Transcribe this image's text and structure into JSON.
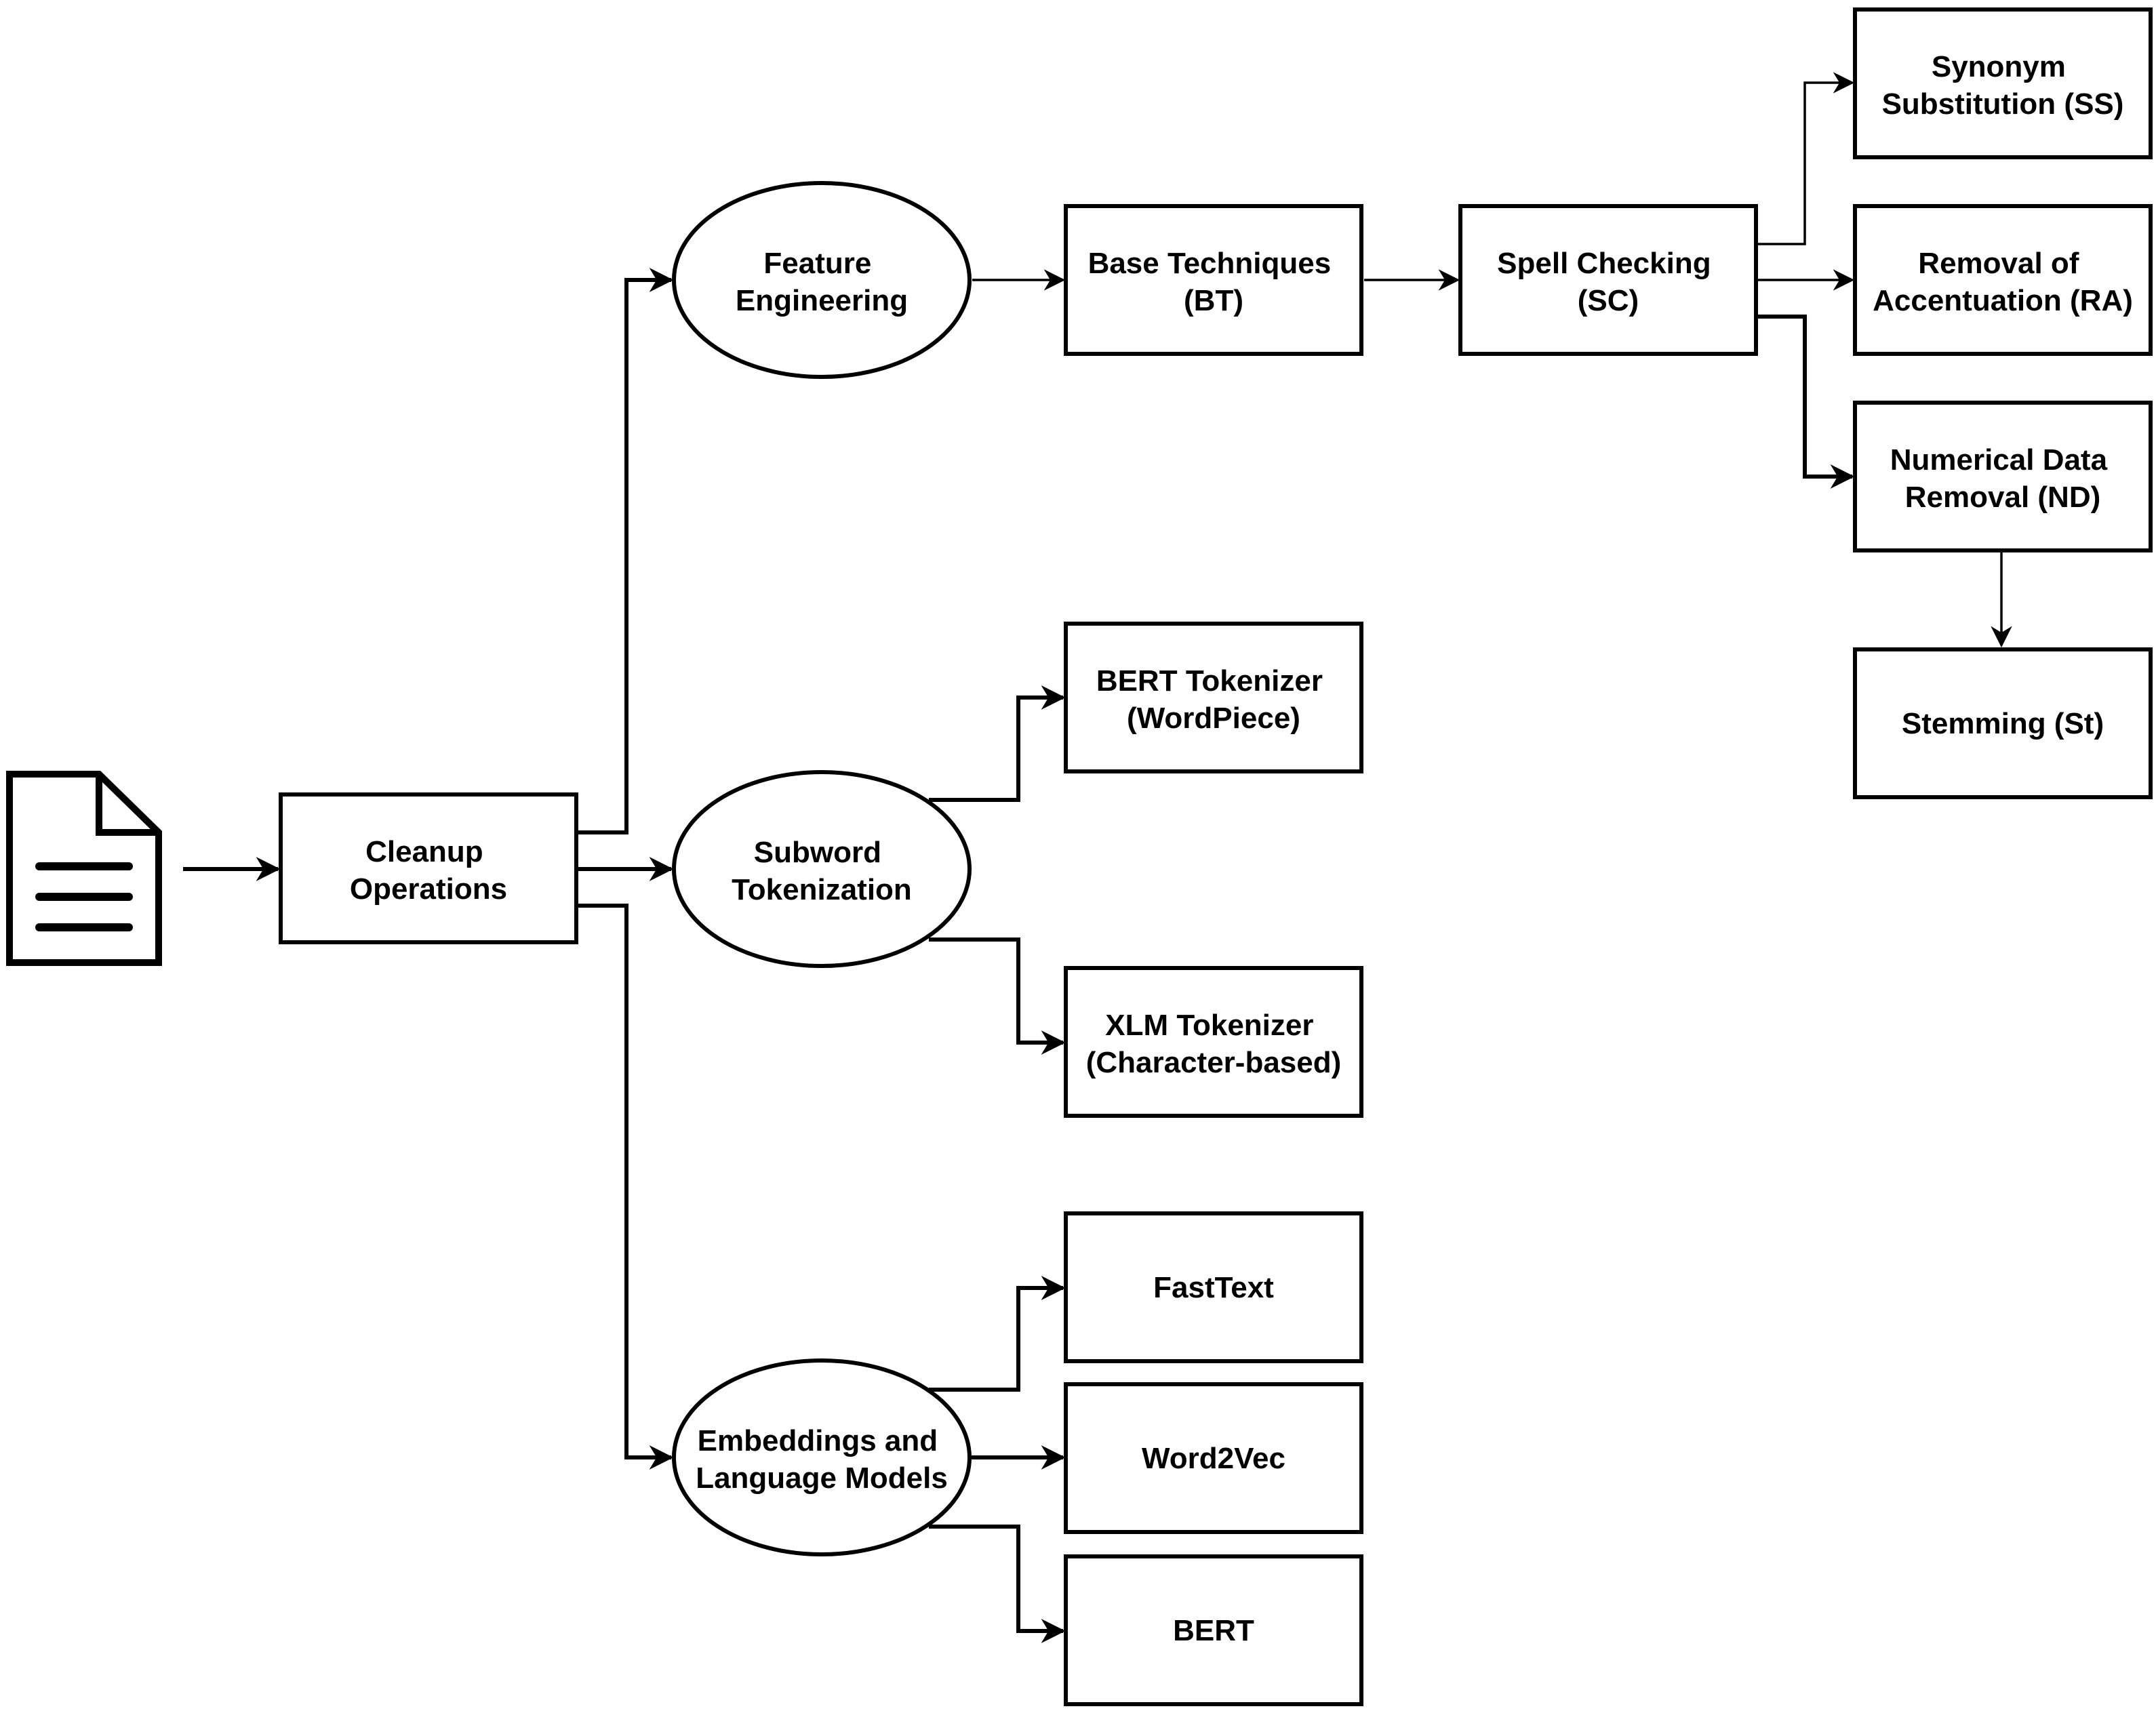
{
  "nodes": {
    "cleanup": [
      "Cleanup",
      "Operations"
    ],
    "feature": [
      "Feature",
      "Engineering"
    ],
    "subword": [
      "Subword",
      "Tokenization"
    ],
    "embeddings": [
      "Embeddings and",
      "Language Models"
    ],
    "base": [
      "Base Techniques",
      "(BT)"
    ],
    "spell": [
      "Spell Checking",
      "(SC)"
    ],
    "synonym": [
      "Synonym",
      "Substitution (SS)"
    ],
    "accent": [
      "Removal of",
      "Accentuation (RA)"
    ],
    "numerical": [
      "Numerical Data",
      "Removal (ND)"
    ],
    "stemming": [
      "Stemming (St)"
    ],
    "bert_tok": [
      "BERT Tokenizer",
      "(WordPiece)"
    ],
    "xlm_tok": [
      "XLM Tokenizer",
      "(Character-based)"
    ],
    "fasttext": [
      "FastText"
    ],
    "word2vec": [
      "Word2Vec"
    ],
    "bert": [
      "BERT"
    ]
  },
  "icons": {
    "input": "document-icon"
  },
  "colors": {
    "stroke": "#000000",
    "fill": "#ffffff"
  }
}
